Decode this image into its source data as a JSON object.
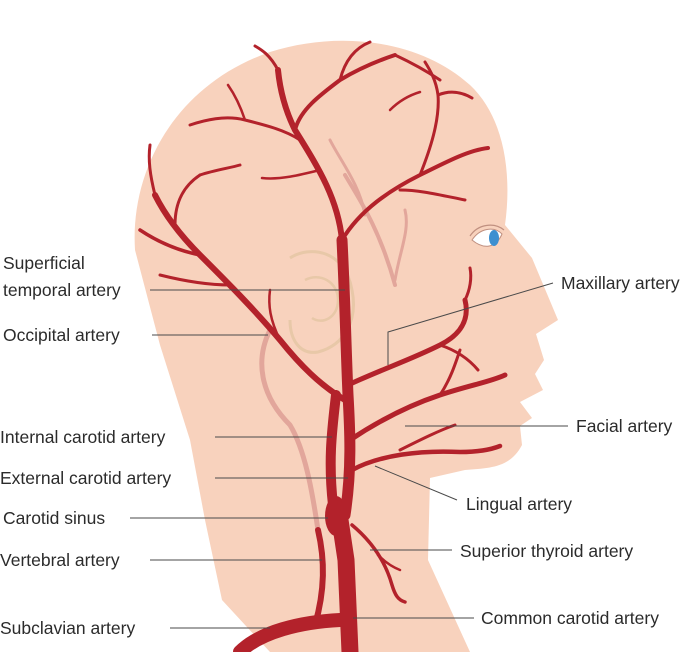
{
  "labels": {
    "superficial_temporal_line1": "Superficial",
    "superficial_temporal_line2": "temporal artery",
    "occipital": "Occipital artery",
    "internal_carotid": "Internal carotid artery",
    "external_carotid": "External carotid artery",
    "carotid_sinus": "Carotid sinus",
    "vertebral": "Vertebral artery",
    "subclavian": "Subclavian artery",
    "maxillary": "Maxillary artery",
    "facial": "Facial artery",
    "lingual": "Lingual artery",
    "superior_thyroid": "Superior thyroid artery",
    "common_carotid": "Common carotid artery"
  },
  "colors": {
    "skin": "#f8d2bd",
    "artery": "#b3222b",
    "faint_artery": "#e2a69b",
    "ear": "#e8c8a8",
    "iris": "#3d8fd0",
    "text": "#2b2b2b",
    "leader": "#4a4a4a"
  }
}
